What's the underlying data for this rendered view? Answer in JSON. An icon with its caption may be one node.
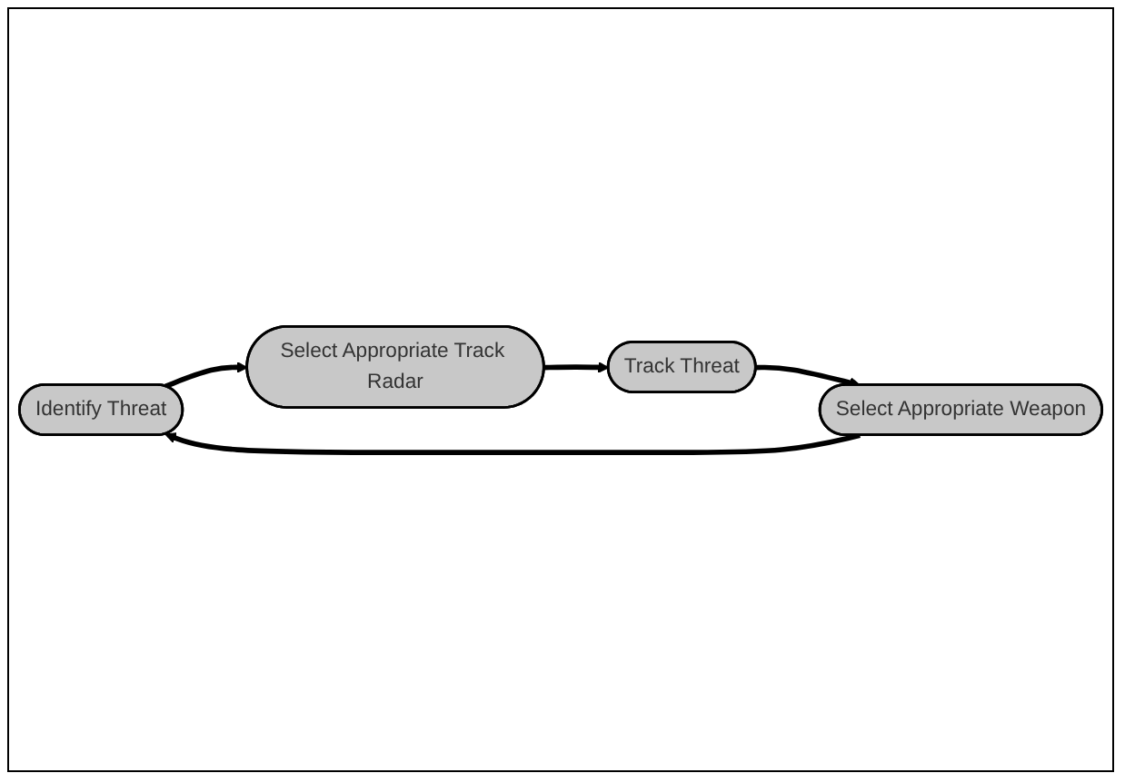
{
  "diagram": {
    "nodes": [
      {
        "text": [
          "Identify Threat"
        ]
      },
      {
        "text": [
          "Select Appropriate Track Radar"
        ]
      },
      {
        "text": [
          "Track Threat"
        ]
      },
      {
        "text": [
          "Select Appropriate Weapon"
        ]
      }
    ],
    "edges": [
      {
        "from": 0,
        "to": 1,
        "arrow": "to"
      },
      {
        "from": 1,
        "to": 2,
        "arrow": "to"
      },
      {
        "from": 2,
        "to": 3,
        "arrow": "to"
      },
      {
        "from": 3,
        "to": 0,
        "arrow": "to"
      }
    ]
  }
}
